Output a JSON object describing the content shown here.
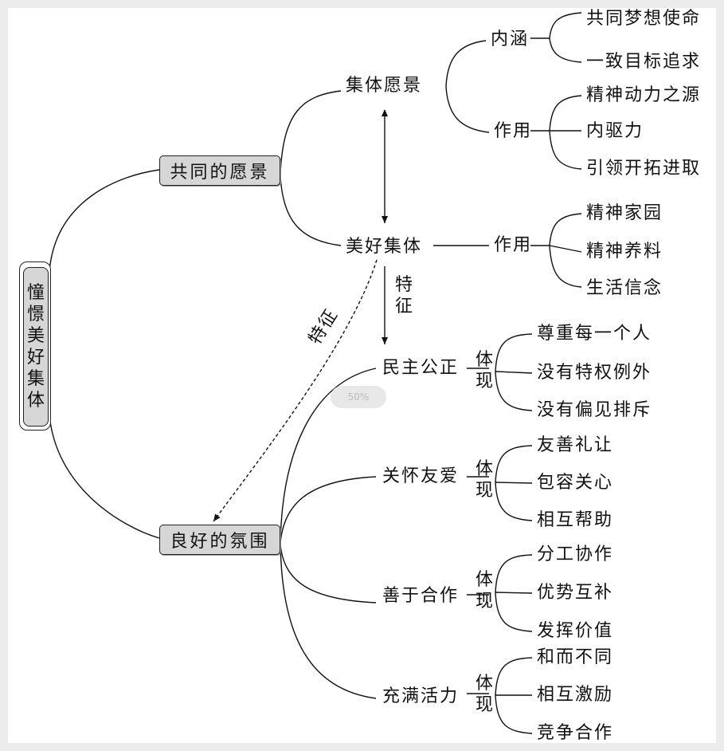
{
  "root": "憧憬美好集体",
  "nodes": {
    "shared_vision": "共同的愿景",
    "good_atmosphere": "良好的氛围",
    "collective_vision": "集体愿景",
    "good_collective": "美好集体",
    "connotation": "内涵",
    "function": "作用",
    "feature": "特征",
    "reflect": "体现"
  },
  "leaves": {
    "connotation": [
      "共同梦想使命",
      "一致目标追求"
    ],
    "vision_function": [
      "精神动力之源",
      "内驱力",
      "引领开拓进取"
    ],
    "collective_function": [
      "精神家园",
      "精神养料",
      "生活信念"
    ]
  },
  "atmosphere": [
    {
      "label": "民主公正",
      "items": [
        "尊重每一个人",
        "没有特权例外",
        "没有偏见排斥"
      ]
    },
    {
      "label": "关怀友爱",
      "items": [
        "友善礼让",
        "包容关心",
        "相互帮助"
      ]
    },
    {
      "label": "善于合作",
      "items": [
        "分工协作",
        "优势互补",
        "发挥价值"
      ]
    },
    {
      "label": "充满活力",
      "items": [
        "和而不同",
        "相互激励",
        "竞争合作"
      ]
    }
  ],
  "zoom_badge": "50%"
}
